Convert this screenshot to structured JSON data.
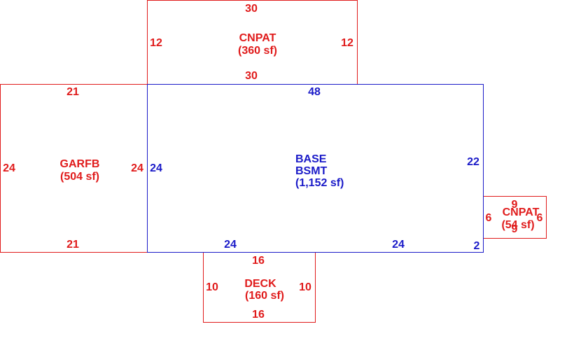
{
  "colors": {
    "area": "#e01b1b",
    "base": "#1a1ac8",
    "background": "#ffffff"
  },
  "areas": {
    "cnpat_top": {
      "name": "CNPAT",
      "size": "(360 sf)",
      "dims": {
        "top": "30",
        "bottom": "30",
        "left": "12",
        "right": "12"
      }
    },
    "garfb": {
      "name": "GARFB",
      "size": "(504 sf)",
      "dims": {
        "top": "21",
        "bottom": "21",
        "left": "24",
        "right": "24"
      }
    },
    "base": {
      "name": "BASE",
      "subname": "BSMT",
      "size": "(1,152 sf)",
      "dims": {
        "top": "48",
        "left": "24",
        "right": "22",
        "bottom_left": "24",
        "bottom_right": "24",
        "corner": "2"
      }
    },
    "deck": {
      "name": "DECK",
      "size": "(160 sf)",
      "dims": {
        "top": "16",
        "bottom": "16",
        "left": "10",
        "right": "10"
      }
    },
    "cnpat_small": {
      "name": "CNPAT",
      "size": "(54 sf)",
      "dims": {
        "top": "9",
        "bottom": "9",
        "left": "6",
        "right": "6"
      }
    }
  }
}
